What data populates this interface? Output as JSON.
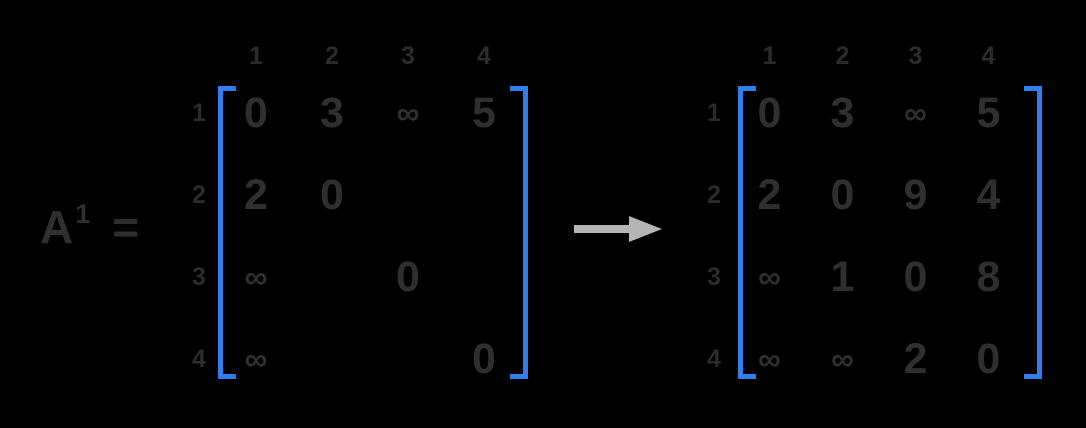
{
  "background_color": "#000000",
  "accent_color": "#2f7ff0",
  "text_color": "#2f2f2f",
  "arrow_color": "#b5b5b5",
  "equation": {
    "symbol": "A",
    "superscript": "1",
    "equals": "="
  },
  "arrow": {
    "name": "right-arrow",
    "direction": "right",
    "color": "#b5b5b5"
  },
  "matrices": [
    {
      "id": "matrix-a1-initial",
      "label": "A¹",
      "col_headers": [
        "1",
        "2",
        "3",
        "4"
      ],
      "row_labels": [
        "1",
        "2",
        "3",
        "4"
      ],
      "rows": [
        [
          "0",
          "3",
          "∞",
          "5"
        ],
        [
          "2",
          "0",
          "",
          ""
        ],
        [
          "∞",
          "",
          "0",
          ""
        ],
        [
          "∞",
          "",
          "",
          "0"
        ]
      ]
    },
    {
      "id": "matrix-a1-result",
      "label": "",
      "col_headers": [
        "1",
        "2",
        "3",
        "4"
      ],
      "row_labels": [
        "1",
        "2",
        "3",
        "4"
      ],
      "rows": [
        [
          "0",
          "3",
          "∞",
          "5"
        ],
        [
          "2",
          "0",
          "9",
          "4"
        ],
        [
          "∞",
          "1",
          "0",
          "8"
        ],
        [
          "∞",
          "∞",
          "2",
          "0"
        ]
      ]
    }
  ]
}
